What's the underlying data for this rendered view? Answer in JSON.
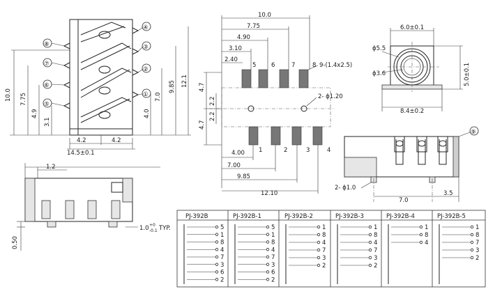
{
  "side_view": {
    "pin_labels": [
      "④",
      "③",
      "②",
      "①",
      "⑧",
      "⑦",
      "⑥",
      "⑤"
    ],
    "dim_height_total": "10.0",
    "dim_775": "7.75",
    "dim_49": "4.9",
    "dim_31": "3.1",
    "dim_70": "7.0",
    "dim_40": "4.0",
    "dim_985": "9.85",
    "dim_121": "12.1",
    "dim_42_left": "4.2",
    "dim_42_right": "4.2",
    "dim_width": "14.5±0.1"
  },
  "pcb_view": {
    "dim_100": "10.0",
    "dim_775": "7.75",
    "dim_490": "4.90",
    "dim_310": "3.10",
    "dim_240": "2.40",
    "top_pad_numbers": [
      "5",
      "6",
      "7",
      "8"
    ],
    "pad9_label": "9-(1.4x2.5)",
    "hole_label": "2- ϕ1.20",
    "dim_47_top": "4.7",
    "dim_22_top": "2.2",
    "dim_22_bottom": "2.2",
    "dim_47_bottom": "4.7",
    "bottom_pad_numbers": [
      "1",
      "2",
      "3",
      "4"
    ],
    "dim_400": "4.00",
    "dim_700": "7.00",
    "dim_985": "9.85",
    "dim_1210": "12.10"
  },
  "front_view": {
    "dim_width": "6.0±0.1",
    "dim_phi55": "ϕ5.5",
    "dim_phi36": "ϕ3.6",
    "dim_height": "5.0±0.1",
    "dim_base": "8.4±0.2"
  },
  "right_side_view": {
    "label_9": "⑨",
    "hole_label": "2- ϕ1.0",
    "dim_70": "7.0",
    "dim_35": "3.5"
  },
  "bottom_view": {
    "dim_12": "1.2",
    "dim_050": "0.50",
    "typ_label": "1.0",
    "typ_tol_top": "+0",
    "typ_tol_bottom": "-0.1",
    "typ_suffix": "TYP."
  },
  "model_table": {
    "models": [
      {
        "name": "PJ-392B",
        "pins": [
          "5",
          "1",
          "8",
          "4",
          "7",
          "3",
          "6",
          "2"
        ]
      },
      {
        "name": "PJ-392B-1",
        "pins": [
          "5",
          "1",
          "8",
          "4",
          "7",
          "3",
          "6",
          "2"
        ]
      },
      {
        "name": "PJ-392B-2",
        "pins": [
          "1",
          "8",
          "4",
          "7",
          "3",
          "2"
        ]
      },
      {
        "name": "PJ-392B-3",
        "pins": [
          "1",
          "8",
          "4",
          "7",
          "3",
          "2"
        ]
      },
      {
        "name": "PJ-392B-4",
        "pins": [
          "1",
          "8",
          "4"
        ]
      },
      {
        "name": "PJ-392B-5",
        "pins": [
          "1",
          "8",
          "7",
          "3",
          "2"
        ]
      }
    ]
  }
}
